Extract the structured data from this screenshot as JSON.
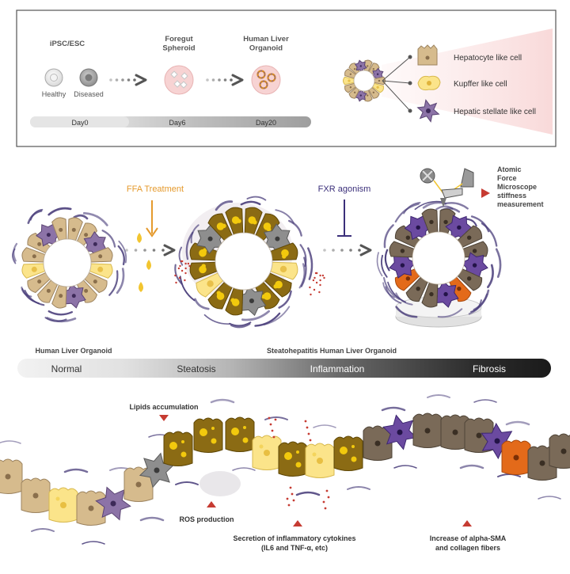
{
  "colors": {
    "hepatocyte": "#d6bb8d",
    "hepatocyte_edge": "#9d8460",
    "kupffer": "#fbe48a",
    "kupffer_edge": "#d8b94f",
    "stellate": "#8c73a7",
    "stellate_edge": "#5a4473",
    "fatty": "#8b6b14",
    "fatty_edge": "#5f4706",
    "lipid": "#f2c90d",
    "inflamed": "#7a6a58",
    "fibro_orange": "#e36a1a",
    "violet_cell": "#6b4aa0",
    "fiber": "#463a78",
    "ffa": "#e59a2d",
    "marker": "#c63b32",
    "bar_text_dark": "#333333"
  },
  "panel1": {
    "ipsc_title": "iPSC/ESC",
    "healthy": "Healthy",
    "diseased": "Diseased",
    "foregut_title": "Foregut\nSpheroid",
    "hlo_title": "Human Liver\nOrganoid",
    "timeline": [
      "Day0",
      "Day6",
      "Day20"
    ],
    "legend": [
      {
        "label": "Hepatocyte like cell",
        "icon": "hepatocyte-icon"
      },
      {
        "label": "Kupffer  like cell",
        "icon": "kupffer-icon"
      },
      {
        "label": "Hepatic stellate like cell",
        "icon": "stellate-icon"
      }
    ]
  },
  "panel2": {
    "ffa": "FFA Treatment",
    "fxr": "FXR agonism",
    "afm": "Atomic\nForce\nMicroscope\nstiffness\nmeasurement",
    "hlo_label": "Human Liver Organoid",
    "sh_label": "Steatohepatitis Human Liver Organoid",
    "stages": [
      "Normal",
      "Steatosis",
      "Inflammation",
      "Fibrosis"
    ]
  },
  "panel3": {
    "lipids": "Lipids accumulation",
    "ros": "ROS production",
    "cytokines": "Secretion of inflammatory cytokines\n(IL6 and TNF-α, etc)",
    "alpha": "Increase of alpha-SMA\nand collagen fibers"
  }
}
